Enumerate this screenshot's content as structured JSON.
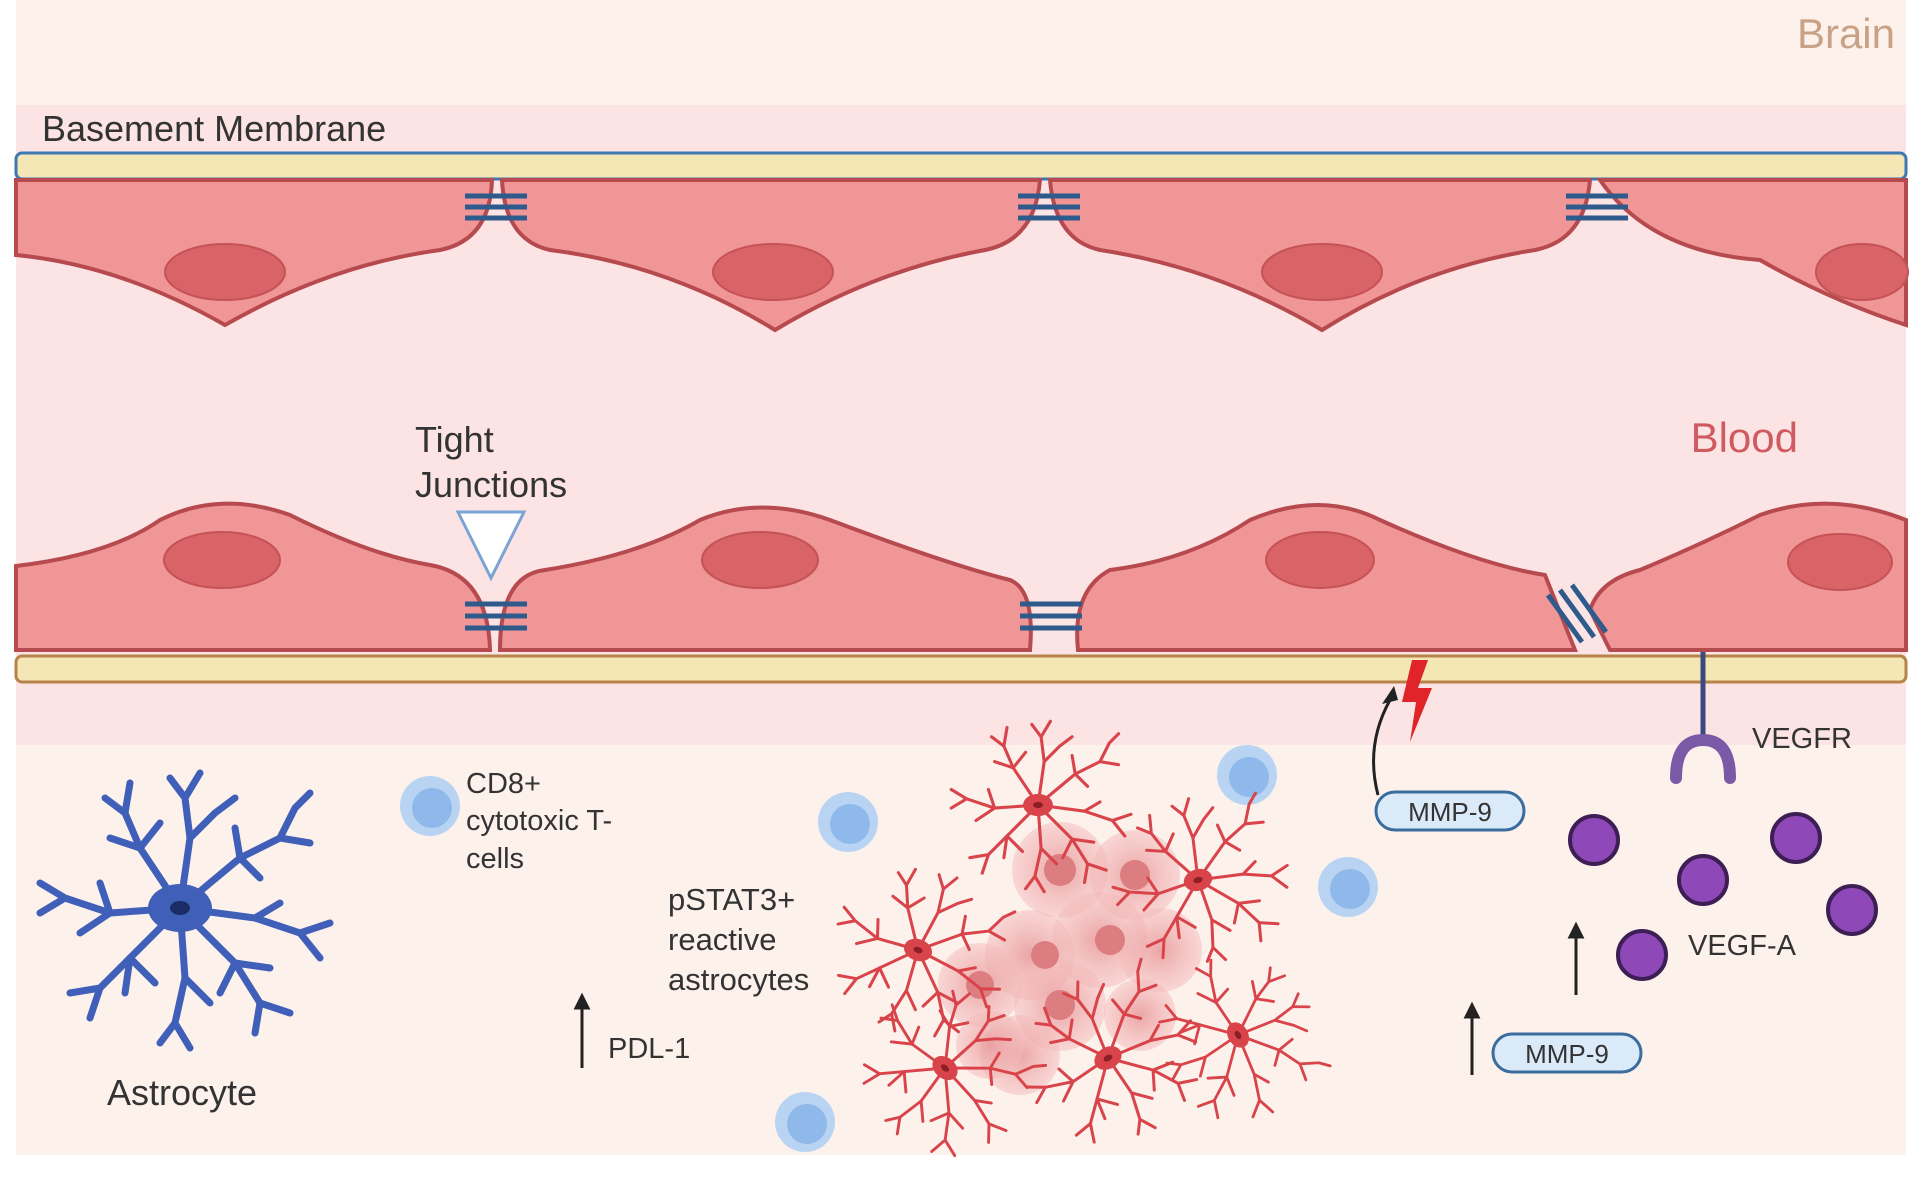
{
  "regions": {
    "brain": "Brain",
    "blood": "Blood"
  },
  "labels": {
    "basement_membrane": "Basement Membrane",
    "tight_junctions_line1": "Tight",
    "tight_junctions_line2": "Junctions",
    "cd8_line1": "CD8+",
    "cd8_line2": "cytotoxic T-",
    "cd8_line3": "cells",
    "pstat3_line1": "pSTAT3+",
    "pstat3_line2": "reactive",
    "pstat3_line3": "astrocytes",
    "pdl1": "PDL-1",
    "astrocyte": "Astrocyte",
    "mmp9_upper": "MMP-9",
    "mmp9_lower": "MMP-9",
    "vegfr": "VEGFR",
    "vegfa": "VEGF-A"
  },
  "colors": {
    "brain_bg": "#fdf1ec",
    "blood_bg": "#fce4e4",
    "cell_fill": "#f09697",
    "cell_stroke": "#b64a4f",
    "nucleus_fill": "#d96468",
    "membrane_fill": "#f5e6b6",
    "membrane_stroke_top": "#3d78b3",
    "membrane_stroke_bottom": "#b6844a",
    "junction": "#2e5a8c",
    "astrocyte_blue": "#3f5fb8",
    "reactive_red": "#d9434a",
    "tcell": "#9ec3ef",
    "vegfa_purple": "#8e48b8",
    "vegfr_purple": "#7a5aa6",
    "brain_text": "#c9a285",
    "blood_text": "#d05a60",
    "pill_fill": "#dbeaf8",
    "pill_stroke": "#3a6c9e",
    "damage_red": "#e0242a"
  },
  "icons": [
    "astrocyte-icon",
    "reactive-astrocyte-icon",
    "t-cell-icon",
    "vegfa-molecule-icon",
    "vegfr-receptor-icon",
    "tight-junction-icon",
    "lightning-damage-icon",
    "up-arrow-icon"
  ]
}
